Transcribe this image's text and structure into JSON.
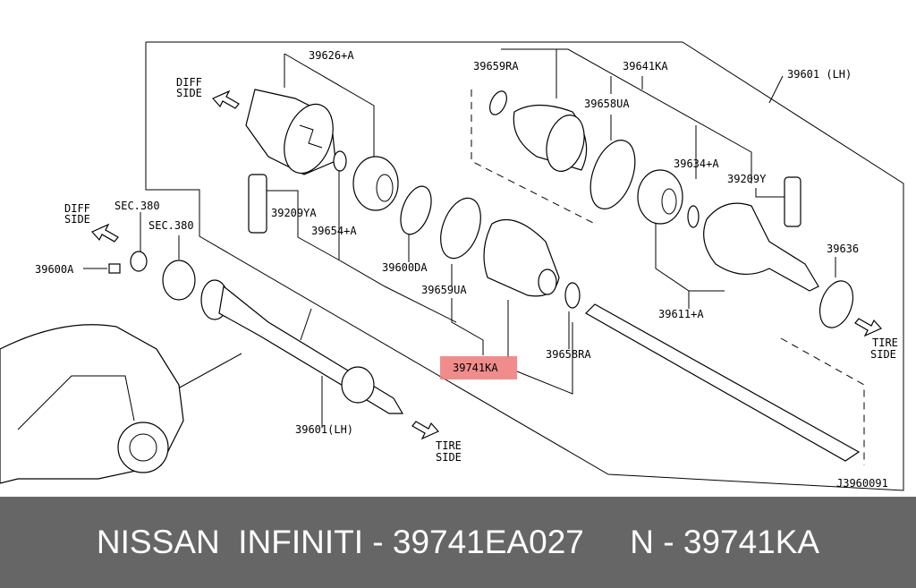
{
  "diagram": {
    "labels": {
      "p39626A": "39626+A",
      "p39659RA": "39659RA",
      "p39641KA": "39641KA",
      "p39601LH_top": "39601 (LH)",
      "p39658UA": "39658UA",
      "p39634A": "39634+A",
      "p39209Y": "39209Y",
      "p39209YA": "39209YA",
      "p39654A": "39654+A",
      "sec380a": "SEC.380",
      "sec380b": "SEC.380",
      "p39600A": "39600A",
      "p39636": "39636",
      "p39600DA": "39600DA",
      "p39659UA": "39659UA",
      "p39611A": "39611+A",
      "p39658RA": "39658RA",
      "p39741KA": "39741KA",
      "p39601LH_bottom": "39601(LH)",
      "diagram_code": "J3960091"
    },
    "directions": {
      "diff_side_1": [
        "DIFF",
        "SIDE"
      ],
      "diff_side_2": [
        "DIFF",
        "SIDE"
      ],
      "tire_side_1": [
        "TIRE",
        "SIDE"
      ],
      "tire_side_2": [
        "TIRE",
        "SIDE"
      ]
    },
    "highlight_color": "#f08080"
  },
  "footer": {
    "text": "NISSAN  INFINITI - 39741EA027     N - 39741KA"
  }
}
